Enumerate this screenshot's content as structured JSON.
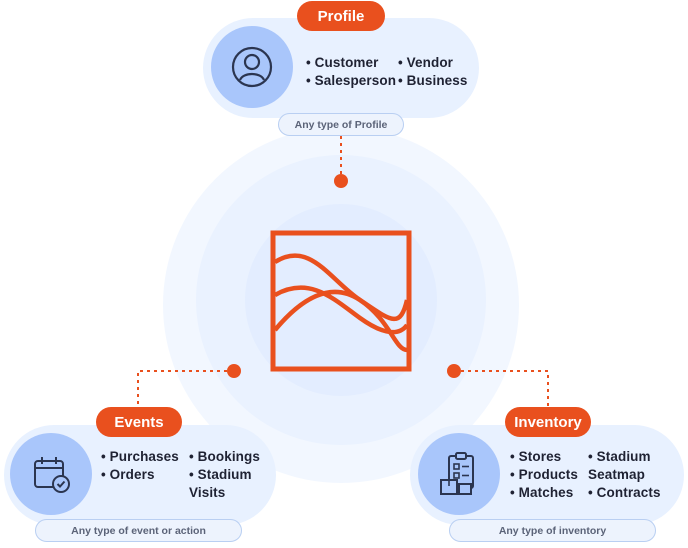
{
  "colors": {
    "accent": "#e9501e",
    "card_bg": "#e8f1ff",
    "icon_circle": "#a9c6fb",
    "text": "#1f2233",
    "caption_text": "#5b6378"
  },
  "profile": {
    "tag": "Profile",
    "icon": "user-profile-icon",
    "items_col1": [
      "• Customer",
      "• Salesperson"
    ],
    "items_col2": [
      "• Vendor",
      "• Business"
    ],
    "caption": "Any type of Profile"
  },
  "events": {
    "tag": "Events",
    "icon": "calendar-check-icon",
    "items_col1": [
      "• Purchases",
      "• Orders"
    ],
    "items_col2": [
      "• Bookings",
      "• Stadium",
      "Visits"
    ],
    "caption": "Any type of event or action"
  },
  "inventory": {
    "tag": "Inventory",
    "icon": "clipboard-inventory-icon",
    "items_col1": [
      "• Stores",
      "• Products",
      "• Matches"
    ],
    "items_col2": [
      "• Stadium",
      "Seatmap",
      "• Contracts"
    ],
    "caption": "Any type of inventory"
  },
  "center": {
    "icon": "wave-logo-icon"
  }
}
